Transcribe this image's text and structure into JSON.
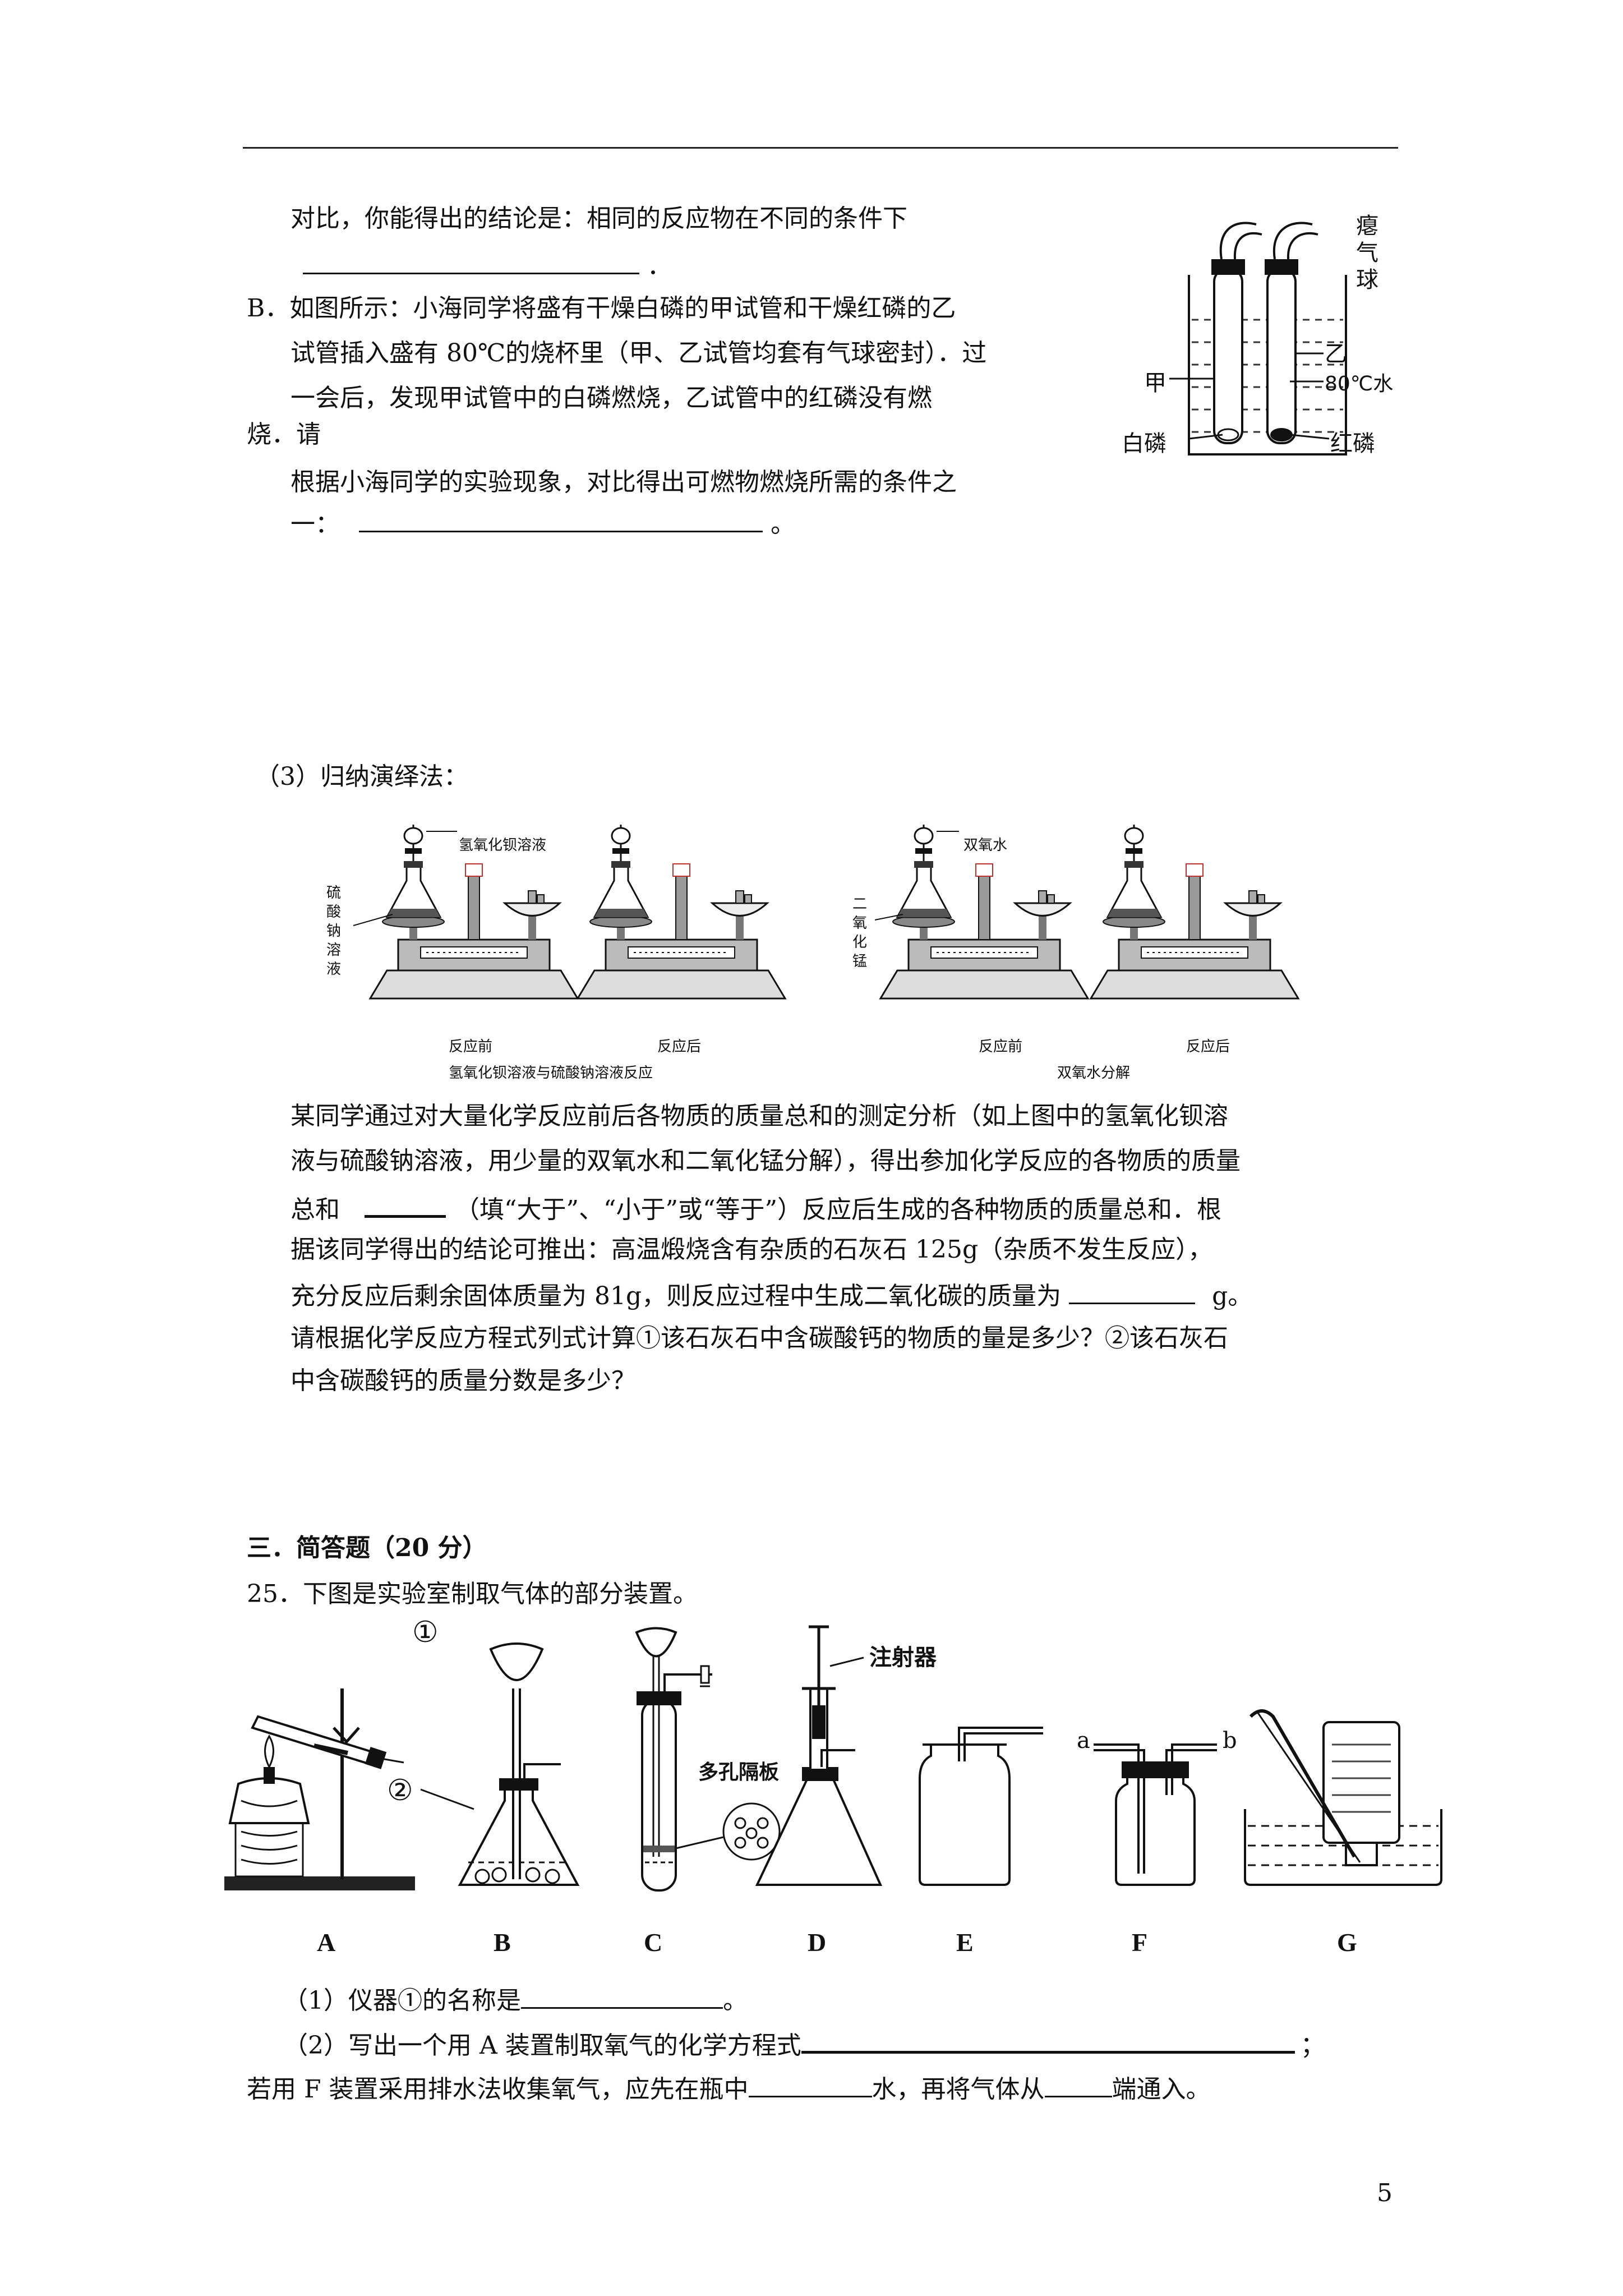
{
  "partA": {
    "line1": "对比，你能得出的结论是：相同的反应物在不同的条件下",
    "line2_end": "．"
  },
  "partB": {
    "line1": "B．如图所示：小海同学将盛有干燥白磷的甲试管和干燥红磷的乙",
    "line2": "试管插入盛有 80℃的烧杯里（甲、乙试管均套有气球密封）．过",
    "line3": "一会后，发现甲试管中的白磷燃烧，乙试管中的红磷没有燃",
    "line4": "烧．请",
    "line5": "根据小海同学的实验现象，对比得出可燃物燃烧所需的条件之",
    "line6_start": "一：",
    "line6_end": "。"
  },
  "beaker_figure": {
    "label_balloon_1": "瘪",
    "label_balloon_2": "气",
    "label_balloon_3": "球",
    "label_jia": "甲",
    "label_yi": "乙",
    "label_water": "80℃水",
    "label_white_p": "白磷",
    "label_red_p": "红磷"
  },
  "section3": {
    "heading": "（3）归纳演绎法：",
    "fig1_reagent_top": "氢氧化钡溶液",
    "fig1_reagent_side": [
      "硫",
      "酸",
      "钠",
      "溶",
      "液"
    ],
    "fig1_before": "反应前",
    "fig1_after": "反应后",
    "fig1_caption": "氢氧化钡溶液与硫酸钠溶液反应",
    "fig2_reagent_top": "双氧水",
    "fig2_reagent_side": [
      "二",
      "氧",
      "化",
      "锰"
    ],
    "fig2_before": "反应前",
    "fig2_after": "反应后",
    "fig2_caption": "双氧水分解",
    "para_line1": "某同学通过对大量化学反应前后各物质的质量总和的测定分析（如上图中的氢氧化钡溶",
    "para_line2": "液与硫酸钠溶液，用少量的双氧水和二氧化锰分解），得出参加化学反应的各物质的质量",
    "para_line3_start": "总和",
    "para_line3_end": "（填“大于”、“小于”或“等于”）反应后生成的各种物质的质量总和．根",
    "para_line4": "据该同学得出的结论可推出：高温煅烧含有杂质的石灰石 125g（杂质不发生反应），",
    "para_line5_start": "充分反应后剩余固体质量为 81g，则反应过程中生成二氧化碳的质量为",
    "para_line5_end": "g。",
    "para_line6": "请根据化学反应方程式列式计算①该石灰石中含碳酸钙的物质的量是多少？②该石灰石",
    "para_line7": "中含碳酸钙的质量分数是多少？"
  },
  "section_short_answer": {
    "heading": "三．简答题（20 分）",
    "q25": "25．下图是实验室制取气体的部分装置。",
    "circle1": "①",
    "circle2": "②",
    "label_syringe": "注射器",
    "label_plate": "多孔隔板",
    "label_a": "a",
    "label_b": "b",
    "letters": [
      "A",
      "B",
      "C",
      "D",
      "E",
      "F",
      "G"
    ],
    "sub1_start": "（1）仪器①的名称是",
    "sub1_end": "。",
    "sub2_start": "（2）写出一个用 A 装置制取氧气的化学方程式",
    "sub2_end": "；",
    "sub2_line2_start": "若用 F 装置采用排水法收集氧气，应先在瓶中",
    "sub2_line2_mid": "水，再将气体从",
    "sub2_line2_end": "端通入。"
  },
  "footer": {
    "page_number": "5"
  }
}
